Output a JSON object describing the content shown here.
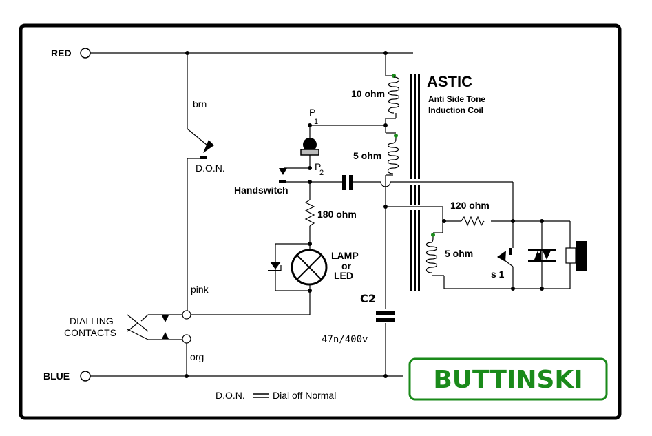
{
  "title": "ASTIC",
  "subtitle_line1": "Anti Side Tone",
  "subtitle_line2": "Induction Coil",
  "terminals": {
    "red": "RED",
    "blue": "BLUE"
  },
  "wires": {
    "brn": "brn",
    "pink": "pink",
    "org": "org"
  },
  "labels": {
    "don": "D.O.N.",
    "handswitch": "Handswitch",
    "p1": "P",
    "p1_sub": "1",
    "p2": "P",
    "p2_sub": "2",
    "dialling": "DIALLING",
    "contacts": "CONTACTS",
    "lamp1": "LAMP",
    "lamp2": "or",
    "lamp3": "LED",
    "c2": "C2",
    "c2_value": "47n/400v",
    "s1": "s 1"
  },
  "components": {
    "coil_top": "10 ohm",
    "coil_mid": "5 ohm",
    "coil_bottom": "5 ohm",
    "resistor_180": "180 ohm",
    "resistor_120": "120 ohm"
  },
  "legend": {
    "abbr": "D.O.N.",
    "meaning": "Dial off Normal"
  },
  "brand": {
    "name": "BUTTINSKI",
    "color": "#1a8a1a"
  }
}
